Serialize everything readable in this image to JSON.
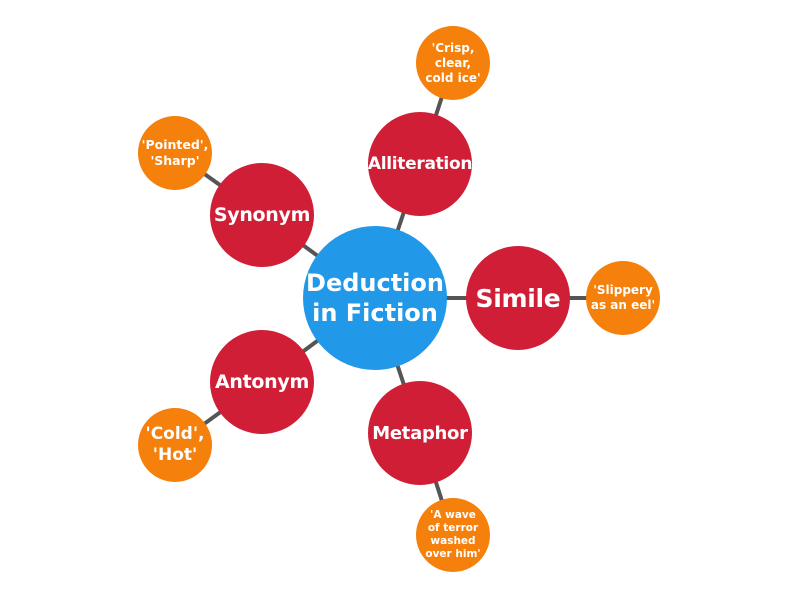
{
  "diagram": {
    "type": "mind-map",
    "colors": {
      "center": "#2199e8",
      "branch": "#cf1e36",
      "leaf": "#f6800c",
      "connector": "#555555"
    },
    "center": {
      "label": "Deduction\nin Fiction"
    },
    "branches": [
      {
        "label": "Alliteration",
        "example": "'Crisp,\nclear,\ncold ice'"
      },
      {
        "label": "Simile",
        "example": "'Slippery\nas an eel'"
      },
      {
        "label": "Metaphor",
        "example": "'A wave\nof terror\nwashed\nover him'"
      },
      {
        "label": "Antonym",
        "example": "'Cold',\n'Hot'"
      },
      {
        "label": "Synonym",
        "example": "'Pointed',\n'Sharp'"
      }
    ]
  }
}
